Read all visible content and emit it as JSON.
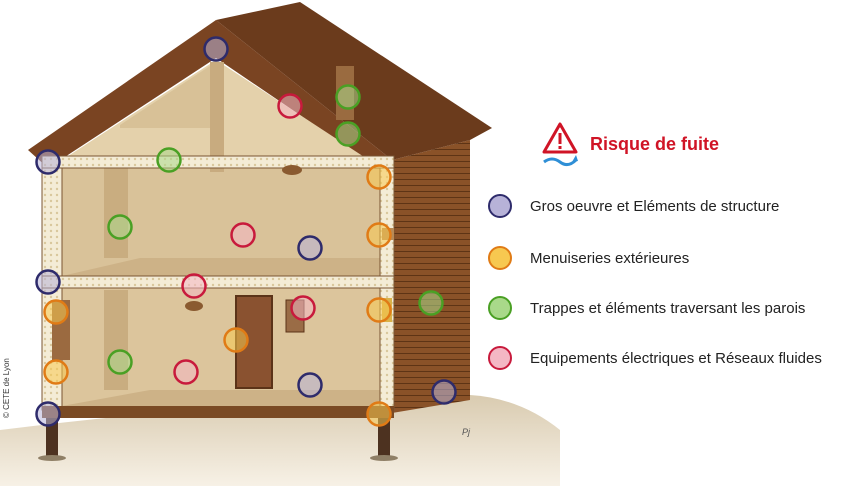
{
  "title": "Risque de fuite",
  "credit": "© CETE de Lyon",
  "signature": "Pj",
  "colors": {
    "title": "#d01426",
    "structure": {
      "stroke": "#2e2b6b",
      "fill": "#b7b2d8"
    },
    "menuiseries": {
      "stroke": "#e07b16",
      "fill": "#f7c850"
    },
    "trappes": {
      "stroke": "#4aa024",
      "fill": "#a9d98a"
    },
    "equipements": {
      "stroke": "#c81a3c",
      "fill": "#f4b7c4"
    }
  },
  "legend": [
    {
      "key": "structure",
      "label": "Gros oeuvre et Eléments de structure"
    },
    {
      "key": "menuiseries",
      "label": "Menuiseries extérieures"
    },
    {
      "key": "trappes",
      "label": "Trappes et éléments traversant les parois"
    },
    {
      "key": "equipements",
      "label": "Equipements électriques et Réseaux fluides"
    }
  ],
  "markers": [
    {
      "key": "structure",
      "name": "marker-structure-ridge"
    },
    {
      "key": "structure",
      "name": "marker-structure-left-eave"
    },
    {
      "key": "structure",
      "name": "marker-structure-left-floor"
    },
    {
      "key": "structure",
      "name": "marker-structure-left-base"
    },
    {
      "key": "structure",
      "name": "marker-structure-upper-floor"
    },
    {
      "key": "structure",
      "name": "marker-structure-ground-floor"
    },
    {
      "key": "structure",
      "name": "marker-structure-right-base"
    },
    {
      "key": "menuiseries",
      "name": "marker-menuiseries-right-upper"
    },
    {
      "key": "menuiseries",
      "name": "marker-menuiseries-right-mid"
    },
    {
      "key": "menuiseries",
      "name": "marker-menuiseries-right-window"
    },
    {
      "key": "menuiseries",
      "name": "marker-menuiseries-right-base"
    },
    {
      "key": "menuiseries",
      "name": "marker-menuiseries-left-window"
    },
    {
      "key": "menuiseries",
      "name": "marker-menuiseries-left-low"
    },
    {
      "key": "menuiseries",
      "name": "marker-menuiseries-door"
    },
    {
      "key": "trappes",
      "name": "marker-trappes-chimney-top"
    },
    {
      "key": "trappes",
      "name": "marker-trappes-chimney-roof"
    },
    {
      "key": "trappes",
      "name": "marker-trappes-attic-hatch"
    },
    {
      "key": "trappes",
      "name": "marker-trappes-upper-duct"
    },
    {
      "key": "trappes",
      "name": "marker-trappes-ground-duct"
    },
    {
      "key": "trappes",
      "name": "marker-trappes-wall-vent"
    },
    {
      "key": "equipements",
      "name": "marker-equip-attic-light"
    },
    {
      "key": "equipements",
      "name": "marker-equip-upper-socket"
    },
    {
      "key": "equipements",
      "name": "marker-equip-ceiling-light"
    },
    {
      "key": "equipements",
      "name": "marker-equip-panel"
    },
    {
      "key": "equipements",
      "name": "marker-equip-ground-socket"
    }
  ]
}
